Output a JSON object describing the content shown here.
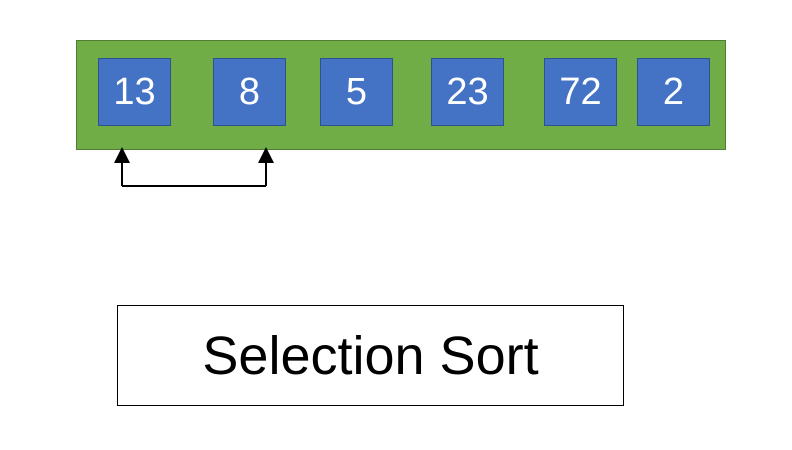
{
  "array": {
    "values": [
      "13",
      "8",
      "5",
      "23",
      "72",
      "2"
    ],
    "band_color": "#70ad47",
    "cell_color": "#4472c4",
    "text_color": "#ffffff"
  },
  "swap_arrow": {
    "from_index": 0,
    "to_index": 1
  },
  "caption": {
    "text": "Selection Sort"
  }
}
